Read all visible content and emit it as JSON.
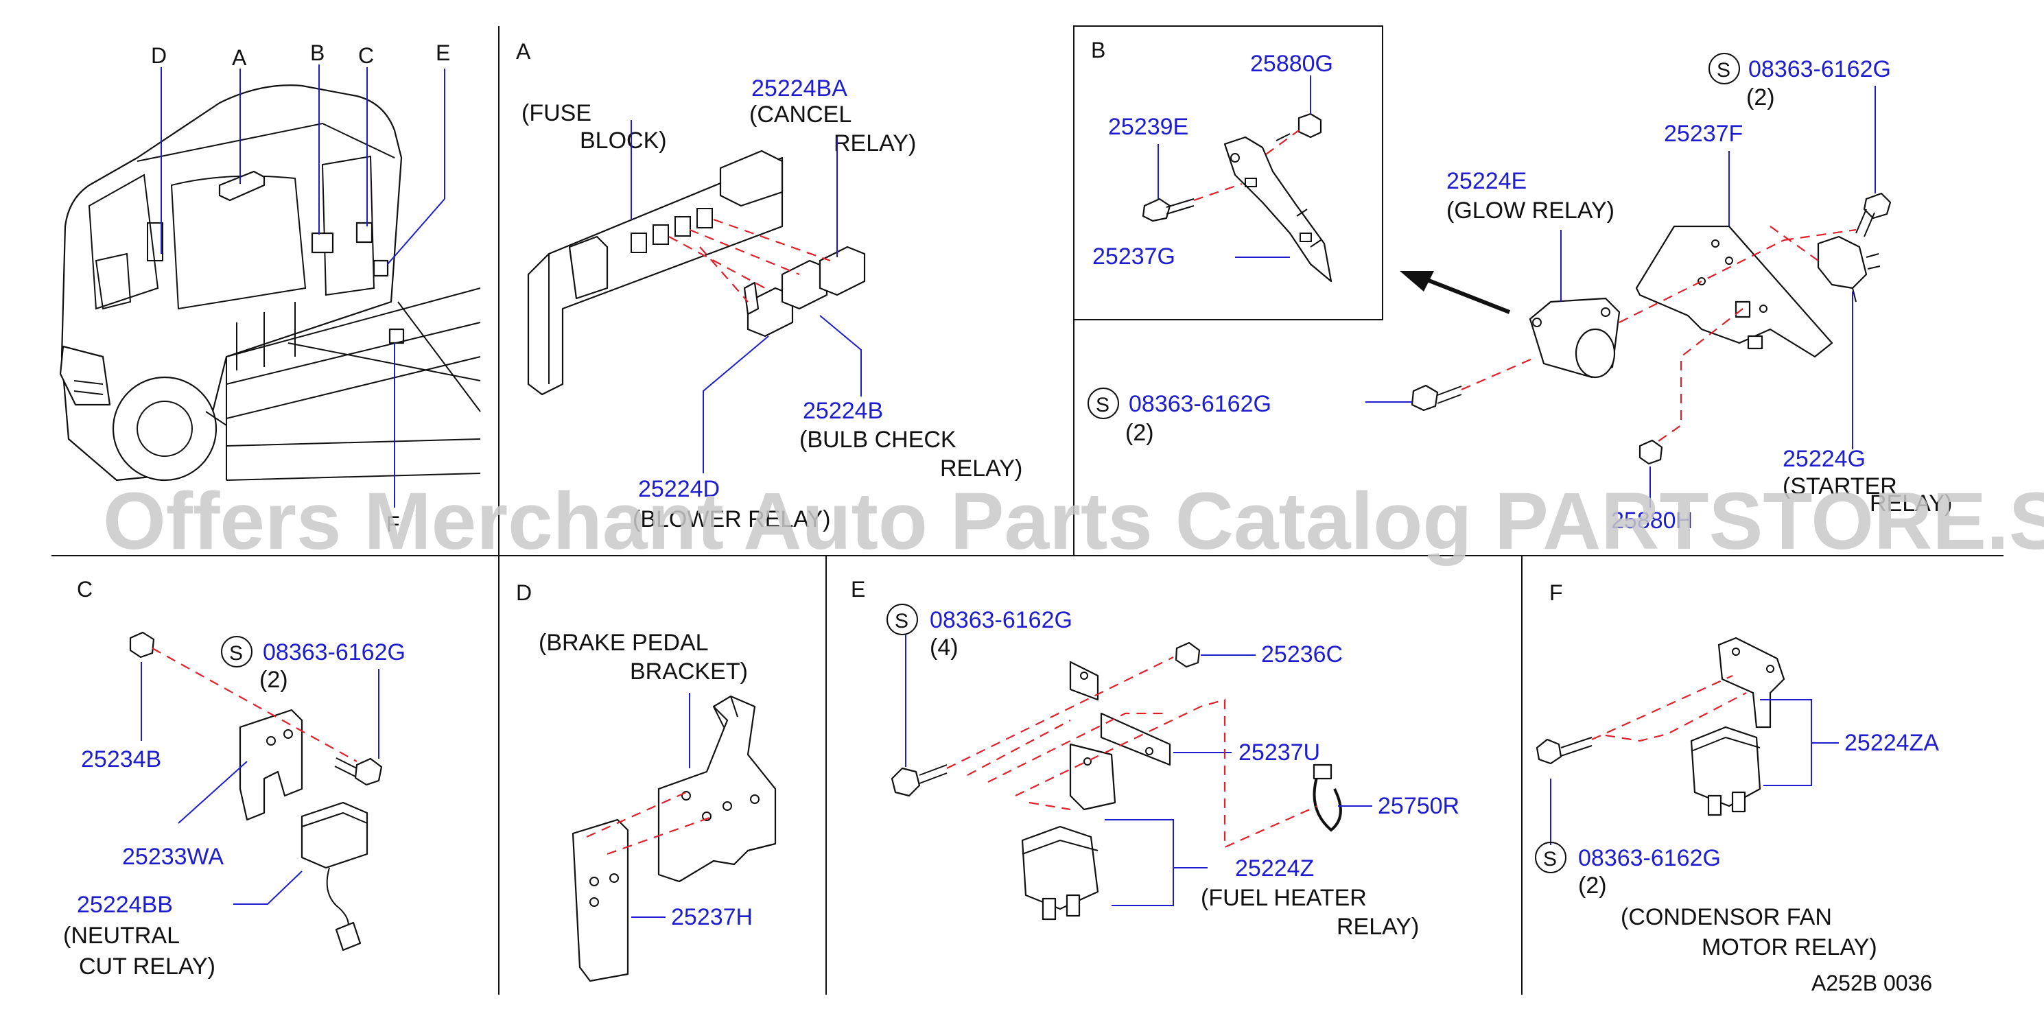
{
  "sections": {
    "overview": {
      "letters": [
        "D",
        "A",
        "B",
        "C",
        "E",
        "F"
      ]
    },
    "A": {
      "letter": "A",
      "parts": [
        {
          "number": "25224BA",
          "desc": [
            "(CANCEL",
            "RELAY)"
          ]
        },
        {
          "number": "25224B",
          "desc": [
            "(BULB  CHECK",
            "RELAY)"
          ]
        },
        {
          "number": "25224D",
          "desc": [
            "(BLOWER  RELAY)"
          ]
        }
      ],
      "fuse_block": [
        "(FUSE",
        "BLOCK)"
      ]
    },
    "B": {
      "letter": "B",
      "parts": [
        "25880G",
        "25239E",
        "25237G"
      ]
    },
    "main": {
      "parts": [
        {
          "number": "08363-6162G",
          "qty": "(2)",
          "s": "S"
        },
        {
          "number": "25237F"
        },
        {
          "number": "25224E",
          "desc": [
            "(GLOW  RELAY)"
          ]
        },
        {
          "number": "08363-6162G",
          "qty": "(2)",
          "s": "S"
        },
        {
          "number": "25224G",
          "desc": [
            "(STARTER",
            "RELAY)"
          ]
        },
        {
          "number": "25880H"
        }
      ]
    },
    "C": {
      "letter": "C",
      "parts": [
        {
          "number": "08363-6162G",
          "qty": "(2)",
          "s": "S"
        },
        {
          "number": "25234B"
        },
        {
          "number": "25233WA"
        },
        {
          "number": "25224BB",
          "desc": [
            "(NEUTRAL",
            "CUT  RELAY)"
          ]
        }
      ]
    },
    "D": {
      "letter": "D",
      "bracket": [
        "(BRAKE  PEDAL",
        "BRACKET)"
      ],
      "parts": [
        "25237H"
      ]
    },
    "E": {
      "letter": "E",
      "parts": [
        {
          "number": "08363-6162G",
          "qty": "(4)",
          "s": "S"
        },
        {
          "number": "25236C"
        },
        {
          "number": "25237U"
        },
        {
          "number": "25750R"
        },
        {
          "number": "25224Z",
          "desc": [
            "(FUEL  HEATER",
            "RELAY)"
          ]
        }
      ]
    },
    "F": {
      "letter": "F",
      "parts": [
        {
          "number": "25224ZA"
        },
        {
          "number": "08363-6162G",
          "qty": "(2)",
          "s": "S"
        }
      ],
      "relay_desc": [
        "(CONDENSOR  FAN",
        "MOTOR  RELAY)"
      ]
    }
  },
  "diagram_code": "A252B  0036",
  "watermark": "Offers Merchant Auto Parts Catalog PARTSTORE.SA",
  "colors": {
    "part_number": "#1d1dcf",
    "callout_dash": "#e0202a",
    "line": "#111111"
  }
}
